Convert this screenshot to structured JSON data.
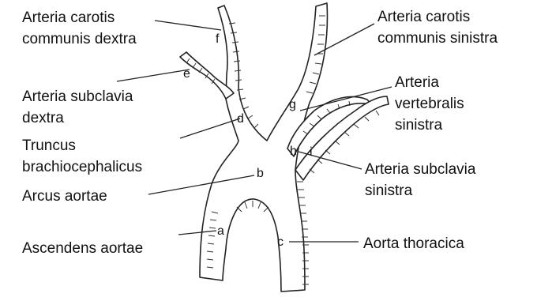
{
  "diagram": {
    "labels": {
      "carotis_dextra": [
        "Arteria carotis",
        "communis dextra"
      ],
      "subclavia_dextra": [
        "Arteria subclavia",
        "dextra"
      ],
      "truncus": [
        "Truncus",
        "brachiocephalicus"
      ],
      "arcus": [
        "Arcus aortae"
      ],
      "ascendens": [
        "Ascendens aortae"
      ],
      "carotis_sinistra": [
        "Arteria carotis",
        "communis sinistra"
      ],
      "vertebralis": [
        "Arteria",
        "vertebralis",
        "sinistra"
      ],
      "subclavia_sinistra": [
        "Arteria subclavia",
        "sinistra"
      ],
      "thoracica": [
        "Aorta thoracica"
      ]
    },
    "letters": {
      "a": "a",
      "b": "b",
      "c": "c",
      "d": "d",
      "e": "e",
      "f": "f",
      "g": "g",
      "h": "h",
      "i": "i"
    }
  },
  "colors": {
    "line": "#222222",
    "text": "#111111",
    "background": "#ffffff"
  }
}
